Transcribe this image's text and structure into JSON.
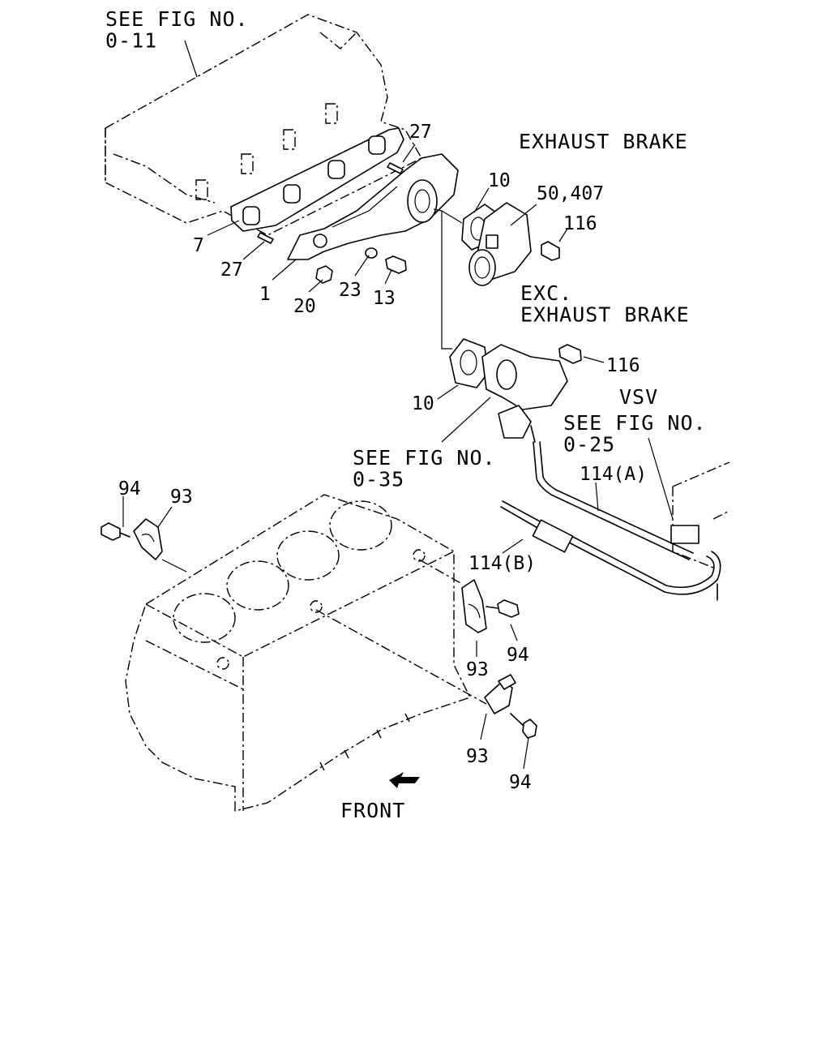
{
  "notes": {
    "fig_011": "SEE FIG NO.\n0-11",
    "exhaust_brake": "EXHAUST BRAKE",
    "exc_exhaust_brake": "EXC.\nEXHAUST BRAKE",
    "vsv": "VSV",
    "fig_025": "SEE FIG NO.\n0-25",
    "fig_035": "SEE FIG NO.\n0-35",
    "front": "FRONT"
  },
  "callouts": {
    "c27a": "27",
    "c27b": "27",
    "c7": "7",
    "c1": "1",
    "c20": "20",
    "c23": "23",
    "c13": "13",
    "c10a": "10",
    "c50407": "50,407",
    "c116a": "116",
    "c116b": "116",
    "c10b": "10",
    "c114a": "114(A)",
    "c114b": "114(B)",
    "c94a": "94",
    "c93a": "93",
    "c93b": "93",
    "c94b": "94",
    "c93c": "93",
    "c94c": "94"
  }
}
